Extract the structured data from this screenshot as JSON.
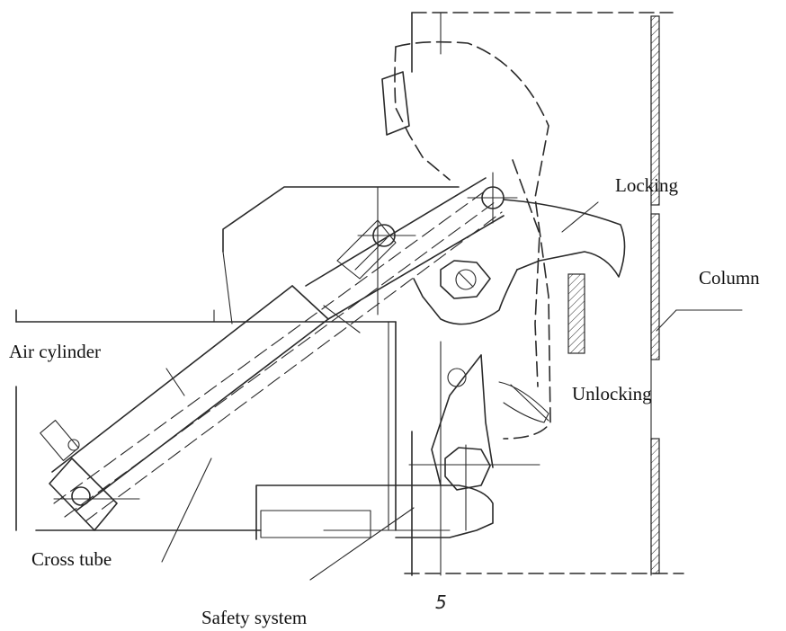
{
  "labels": {
    "locking": "Locking",
    "column": "Column",
    "air_cylinder": "Air cylinder",
    "unlocking": "Unlocking",
    "cross_tube": "Cross tube",
    "safety_system": "Safety system",
    "figure_number": "5"
  },
  "colors": {
    "ink": "#2a2a2a",
    "background": "#ffffff"
  }
}
